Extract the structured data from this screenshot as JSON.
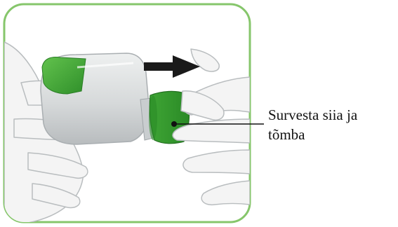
{
  "callout": {
    "line1": "Survesta siia ja",
    "line2": "tõmba"
  },
  "icons": [
    "arrow-right-icon",
    "inhaler-illustration",
    "hand-illustration"
  ],
  "colors": {
    "frame_border": "#86c66b",
    "inhaler_green": "#3fa535",
    "inhaler_body": "#d9dbdc",
    "hand_fill": "#f4f4f4",
    "hand_outline": "#b9bdbf",
    "arrow": "#1a1a1a",
    "leader_line": "#111111"
  }
}
